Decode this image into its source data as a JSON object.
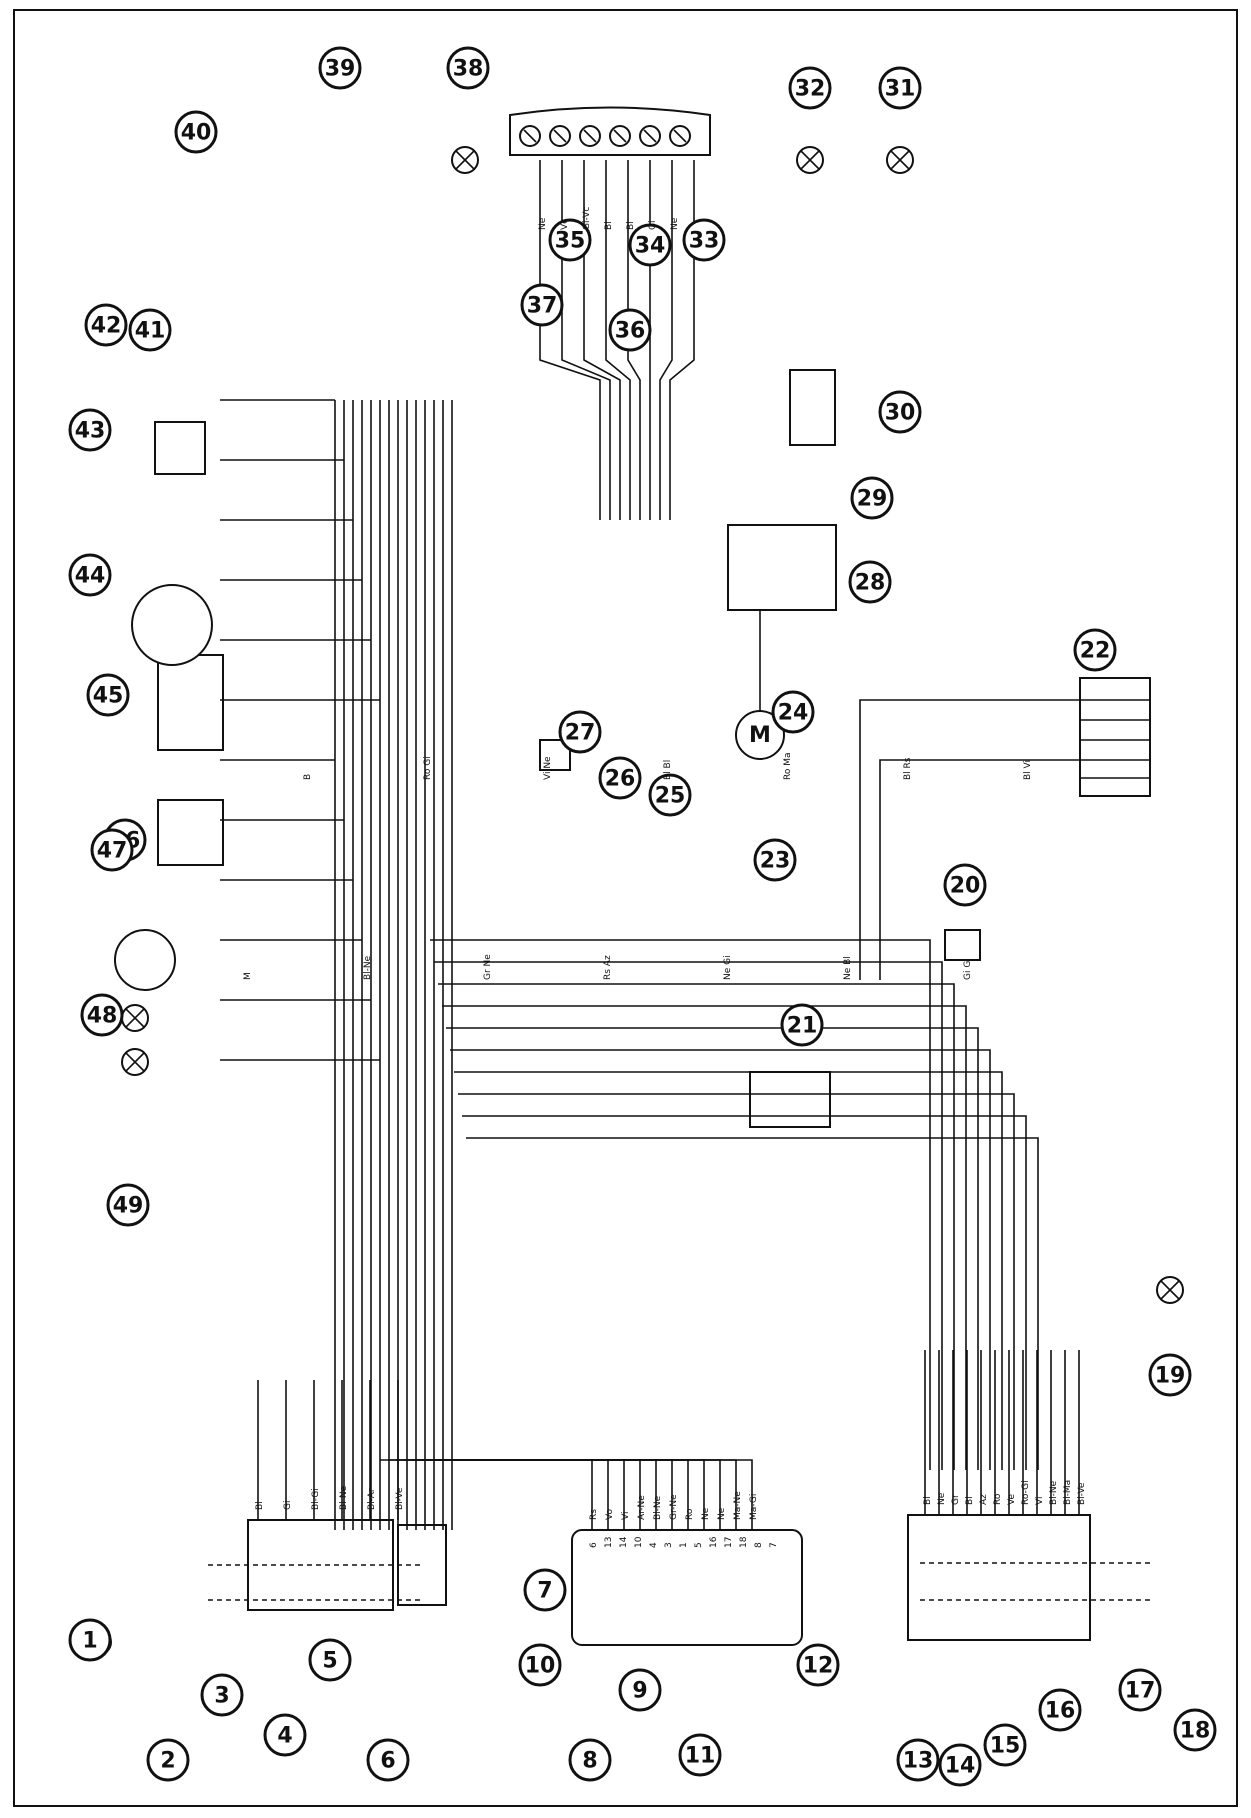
{
  "diagram": {
    "callouts": [
      "1",
      "2",
      "3",
      "4",
      "5",
      "6",
      "7",
      "8",
      "9",
      "10",
      "11",
      "12",
      "13",
      "14",
      "15",
      "16",
      "17",
      "18",
      "19",
      "20",
      "21",
      "22",
      "23",
      "24",
      "25",
      "26",
      "27",
      "28",
      "29",
      "30",
      "31",
      "32",
      "33",
      "34",
      "35",
      "36",
      "37",
      "38",
      "39",
      "40",
      "41",
      "42",
      "43",
      "44",
      "45",
      "46",
      "47",
      "48",
      "49"
    ],
    "wire_labels": {
      "ecu_pins": [
        "Rs",
        "Vo",
        "Vi",
        "Ar-Ne",
        "Bl-Ne",
        "Gr-Ne",
        "Ro",
        "Ne",
        "Ne",
        "Ma-Ne",
        "Ma-Gi"
      ],
      "ecu_pin_numbers": [
        "6",
        "13",
        "14",
        "10",
        "4",
        "3",
        "1",
        "5",
        "16",
        "17",
        "18",
        "8",
        "7"
      ],
      "switch_block_right": [
        "Bl",
        "Ne",
        "Gr",
        "Bl",
        "Az",
        "Ro",
        "Ve",
        "Ro-Gi",
        "Vi",
        "Bl-Ne",
        "Bl-Ma",
        "Bl-Ve"
      ],
      "switch_block_left": [
        "Bl",
        "Gi",
        "Bl-Gi",
        "Bl-Ne",
        "Bl-Ar",
        "Bl-Ve"
      ],
      "lamp_top": [
        "Ne",
        "Vc",
        "Gi-Vc",
        "Bl",
        "Bl",
        "Gi",
        "Ne"
      ],
      "misc": [
        "M",
        "B",
        "Bl-Ne",
        "Ro Gi",
        "Gr Ne",
        "Vi Ne",
        "Rs Az",
        "Bl Bl",
        "Ne Gi",
        "Ro Ma",
        "Ne Bl",
        "Bl Rs",
        "Gi Gi",
        "Bl Vi"
      ]
    }
  }
}
